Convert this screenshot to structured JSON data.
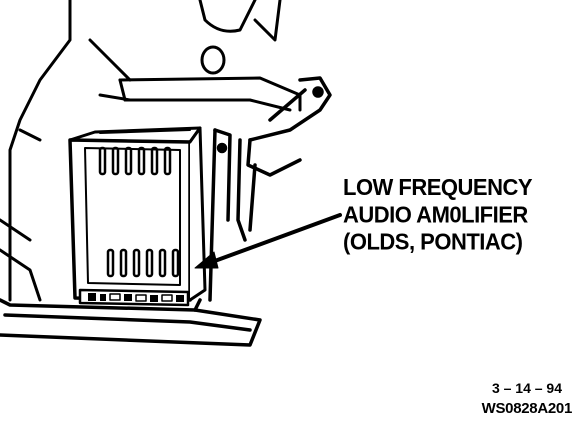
{
  "callout": {
    "line1": "LOW FREQUENCY",
    "line2": "AUDIO AM0LIFIER",
    "line3": "(OLDS, PONTIAC)"
  },
  "footer": {
    "date": "3 – 14 – 94",
    "code": "WS0828A201"
  },
  "colors": {
    "ink": "#000000",
    "paper": "#ffffff"
  }
}
